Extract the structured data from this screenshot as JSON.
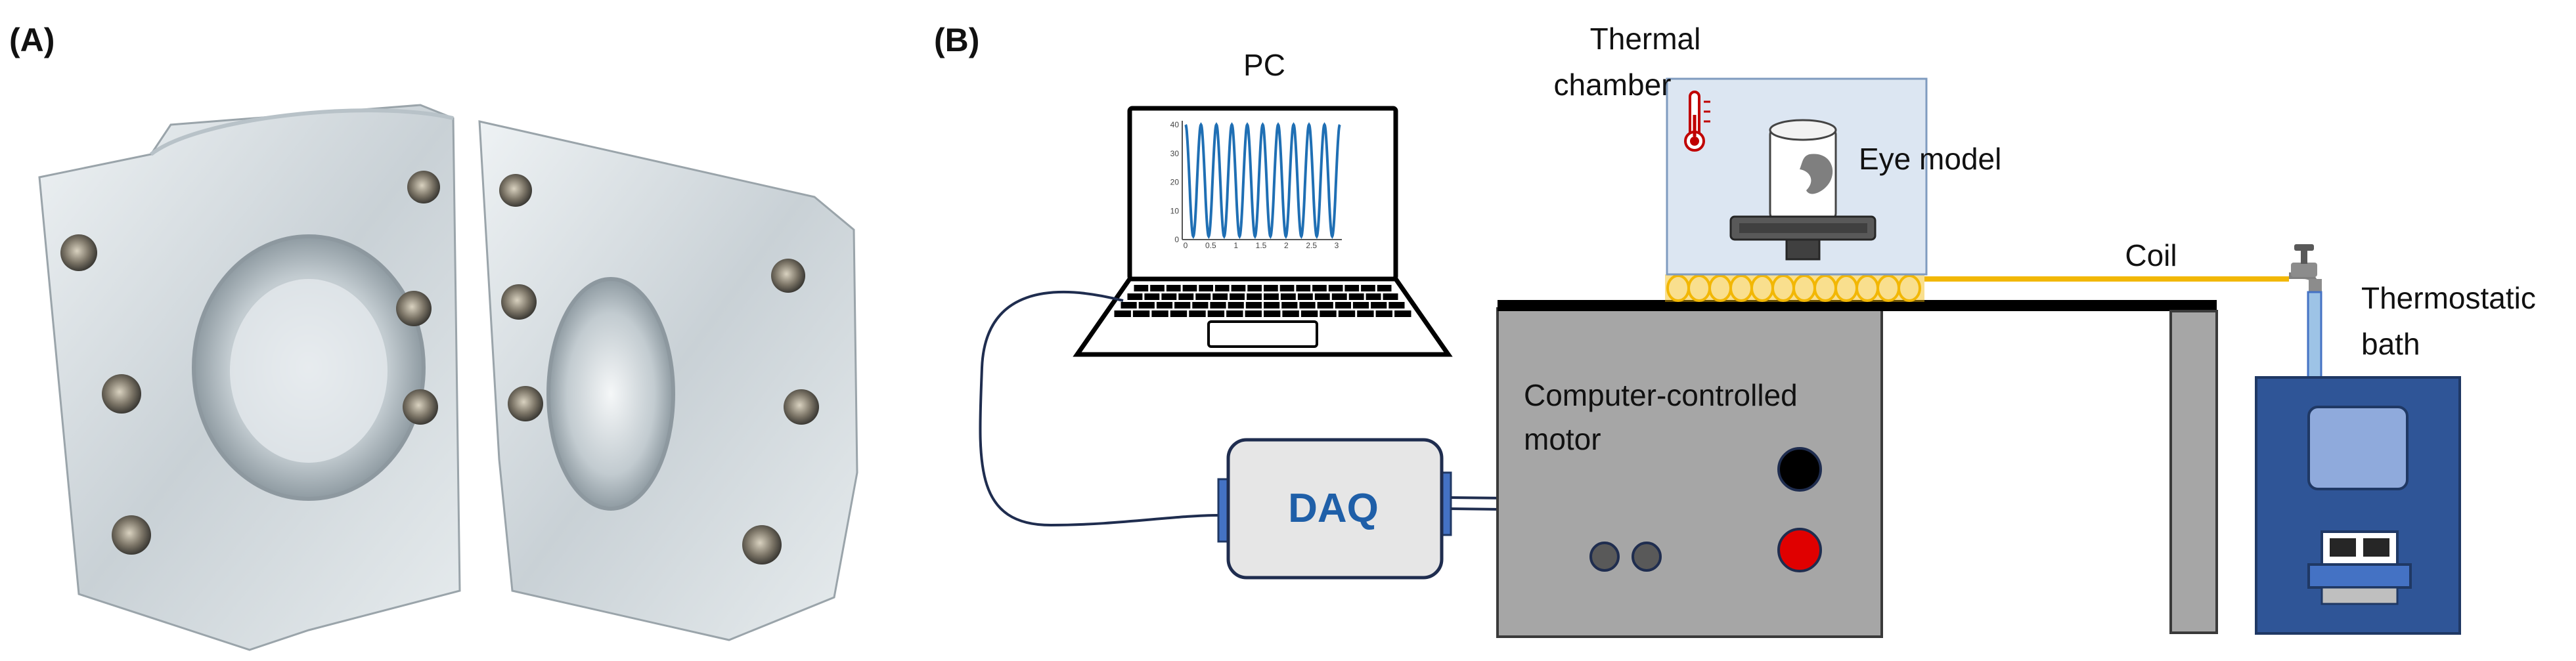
{
  "panels": {
    "a_label": "(A)",
    "b_label": "(B)"
  },
  "labels": {
    "pc": "PC",
    "thermal_chamber_line1": "Thermal",
    "thermal_chamber_line2": "chamber",
    "eye_model": "Eye model",
    "coil": "Coil",
    "thermostatic_line1": "Thermostatic",
    "thermostatic_line2": "bath",
    "motor_line1": "Computer-controlled",
    "motor_line2": "motor",
    "daq": "DAQ"
  },
  "screen_plot": {
    "x_ticks": [
      "0",
      "0.5",
      "1",
      "1.5",
      "2",
      "2.5",
      "3"
    ],
    "y_ticks": [
      "0",
      "10",
      "20",
      "30",
      "40"
    ],
    "line_color": "#1f6fb4"
  },
  "colors": {
    "daq_text": "#1f5fa8",
    "coil": "#f2b705",
    "bath_body": "#2f5597",
    "motor_box": "#a6a6a6",
    "button_red": "#e00000"
  },
  "icons": [
    "thermometer-icon",
    "faucet-icon"
  ]
}
